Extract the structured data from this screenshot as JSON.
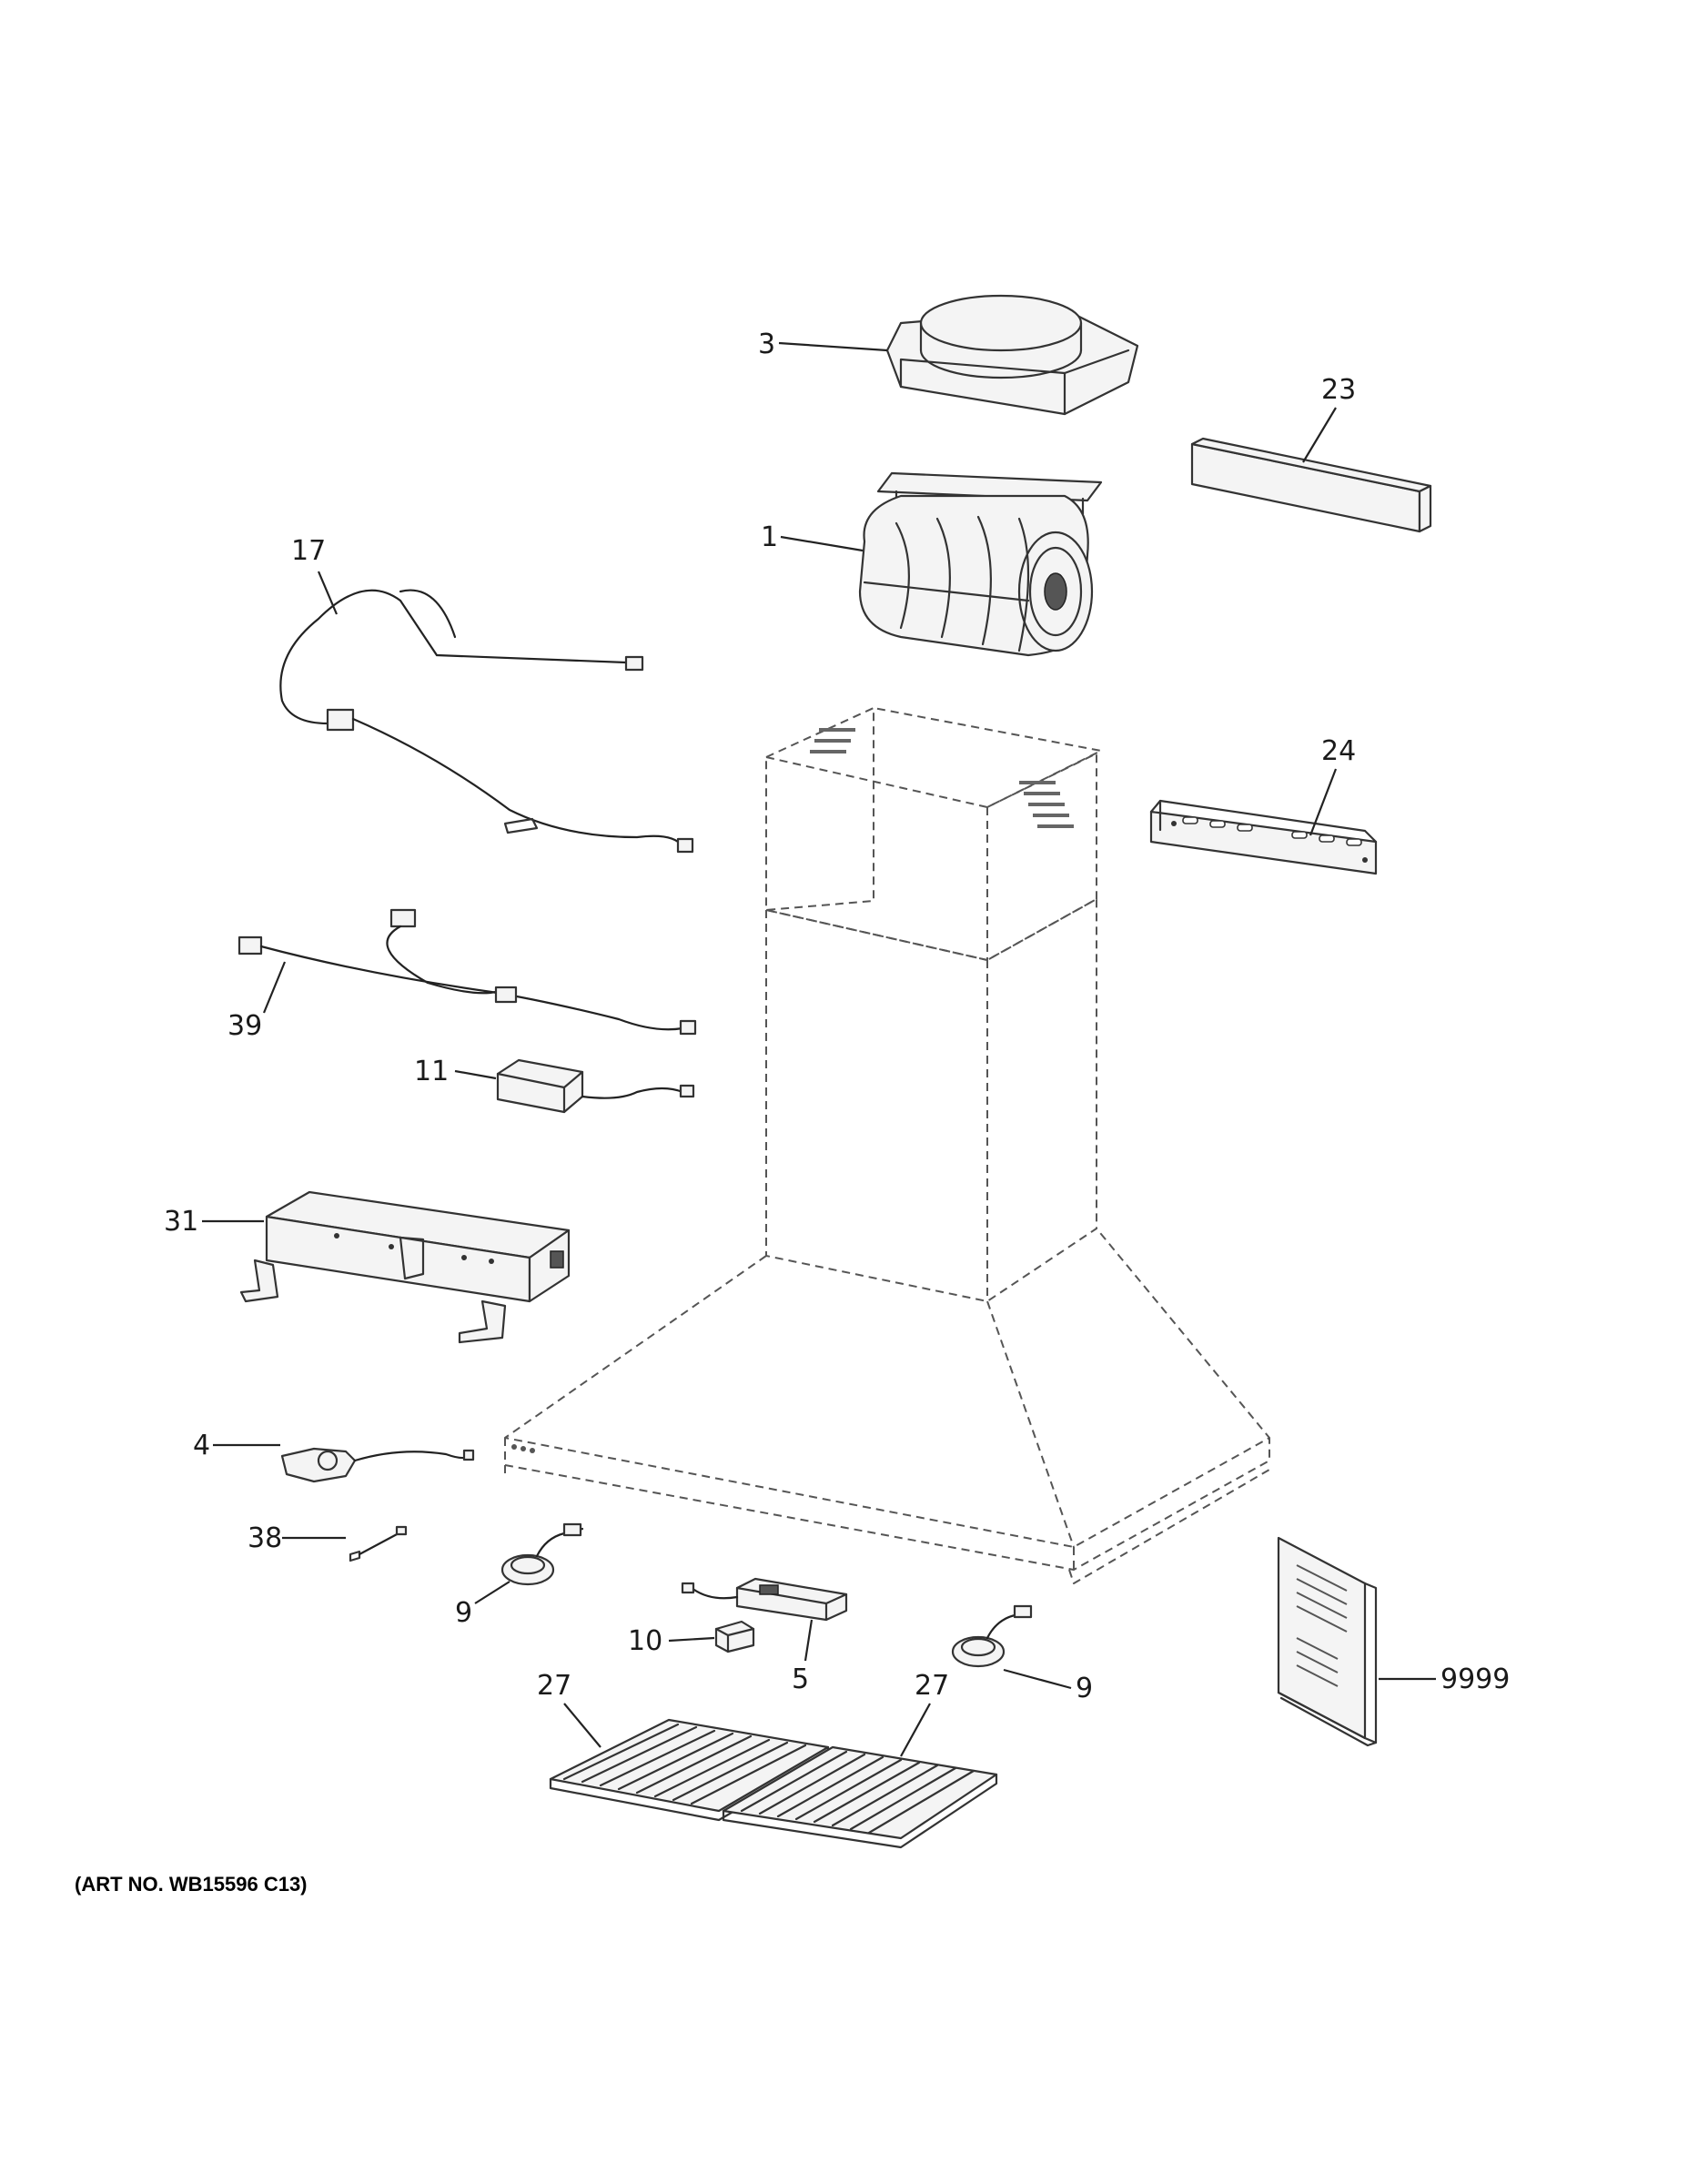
{
  "art_number": "(ART NO. WB15596 C13)",
  "callouts": {
    "p3": "3",
    "p23": "23",
    "p1": "1",
    "p17": "17",
    "p24": "24",
    "p39": "39",
    "p11": "11",
    "p31": "31",
    "p4": "4",
    "p38": "38",
    "p9a": "9",
    "p9b": "9",
    "p10": "10",
    "p5": "5",
    "p27a": "27",
    "p27b": "27",
    "p9999": "9999"
  }
}
